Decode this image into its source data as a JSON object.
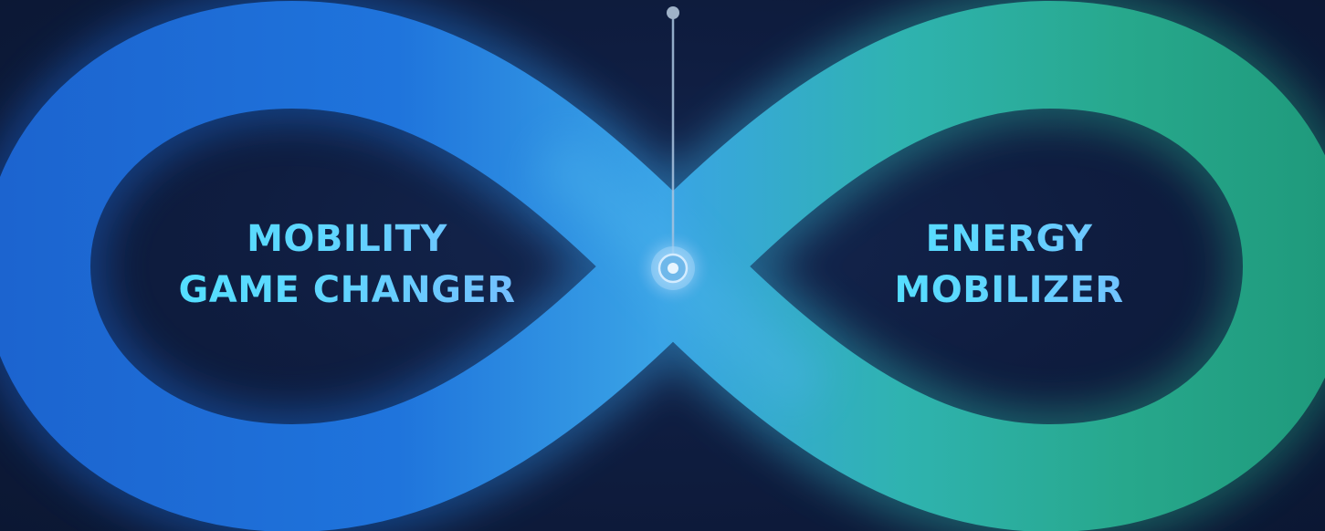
{
  "left_label": {
    "line1": "MOBILITY",
    "line2": "GAME CHANGER"
  },
  "right_label": {
    "line1": "ENERGY",
    "line2": "MOBILIZER"
  },
  "colors": {
    "background": "#0d1a3a",
    "left_loop": "#1f6fd6",
    "center_blend": "#3aa6e8",
    "right_loop": "#29a88a",
    "text_cyan": "#4fe3ff",
    "marker": "#a9c4e0"
  },
  "icons": {
    "center_marker": "target-ring-icon"
  }
}
